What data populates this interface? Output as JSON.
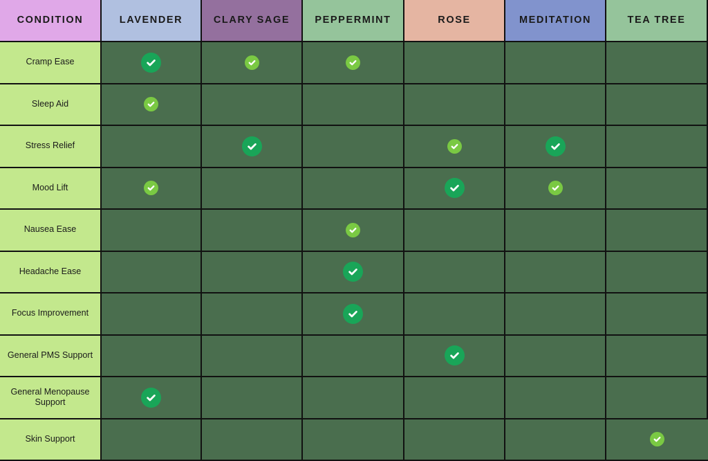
{
  "chart_data": {
    "type": "heatmap",
    "title": "",
    "xlabel": "",
    "ylabel": "",
    "grid": true,
    "legend_position": "none",
    "columns": [
      {
        "key": "condition",
        "label": "CONDITION",
        "header_color": "#e0a8e8"
      },
      {
        "key": "lavender",
        "label": "LAVENDER",
        "header_color": "#b0c0e0"
      },
      {
        "key": "clary_sage",
        "label": "CLARY SAGE",
        "header_color": "#94709e"
      },
      {
        "key": "peppermint",
        "label": "PEPPERMINT",
        "header_color": "#95c49b"
      },
      {
        "key": "rose",
        "label": "ROSE",
        "header_color": "#e5b5a2"
      },
      {
        "key": "meditation",
        "label": "MEDITATION",
        "header_color": "#8193cd"
      },
      {
        "key": "tea_tree",
        "label": "TEA TREE",
        "header_color": "#95c49b"
      }
    ],
    "categories": [
      "Cramp Ease",
      "Sleep Aid",
      "Stress Relief",
      "Mood Lift",
      "Nausea Ease",
      "Headache Ease",
      "Focus Improvement",
      "General PMS Support",
      "General Menopause Support",
      "Skin Support"
    ],
    "value_levels": {
      "none": 0,
      "moderate": 1,
      "strong": 2
    },
    "series": [
      {
        "name": "LAVENDER",
        "values": [
          "strong",
          "moderate",
          "none",
          "moderate",
          "none",
          "none",
          "none",
          "none",
          "strong",
          "none"
        ]
      },
      {
        "name": "CLARY SAGE",
        "values": [
          "moderate",
          "none",
          "strong",
          "none",
          "none",
          "none",
          "none",
          "none",
          "none",
          "none"
        ]
      },
      {
        "name": "PEPPERMINT",
        "values": [
          "moderate",
          "none",
          "none",
          "none",
          "moderate",
          "strong",
          "strong",
          "none",
          "none",
          "none"
        ]
      },
      {
        "name": "ROSE",
        "values": [
          "none",
          "none",
          "moderate",
          "strong",
          "none",
          "none",
          "none",
          "strong",
          "none",
          "none"
        ]
      },
      {
        "name": "MEDITATION",
        "values": [
          "none",
          "none",
          "strong",
          "moderate",
          "none",
          "none",
          "none",
          "none",
          "none",
          "none"
        ]
      },
      {
        "name": "TEA TREE",
        "values": [
          "none",
          "none",
          "none",
          "none",
          "none",
          "none",
          "none",
          "none",
          "none",
          "moderate"
        ]
      }
    ],
    "marker_icon": "check-circle-icon",
    "cell_background": "#4a6e4e",
    "row_label_background": "#c3e88d",
    "strong_marker_color": "#19a558",
    "moderate_marker_color": "#7ac943"
  }
}
